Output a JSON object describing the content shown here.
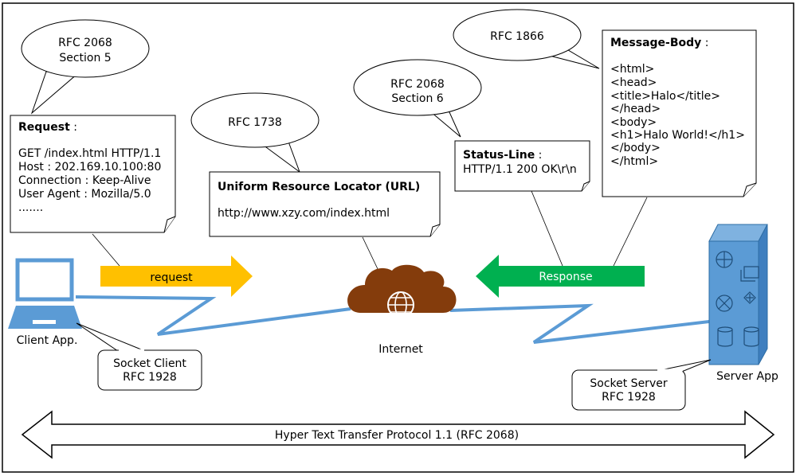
{
  "callouts": {
    "rfc2068_s5": [
      "RFC 2068",
      "Section 5"
    ],
    "rfc1738": "RFC 1738",
    "rfc2068_s6": [
      "RFC 2068",
      "Section 6"
    ],
    "rfc1866": "RFC 1866"
  },
  "request_note": {
    "title": "Request",
    "colon": " :",
    "lines": [
      "GET /index.html HTTP/1.1",
      "Host : 202.169.10.100:80",
      "Connection : Keep-Alive",
      "User Agent : Mozilla/5.0",
      "......."
    ]
  },
  "url_note": {
    "title": "Uniform Resource Locator (URL)",
    "value": "http://www.xzy.com/index.html"
  },
  "status_note": {
    "title": "Status-Line",
    "colon": " :",
    "value": "HTTP/1.1 200 OK\\r\\n"
  },
  "body_note": {
    "title": "Message-Body",
    "colon": " :",
    "lines": [
      "<html>",
      "<head>",
      "<title>Halo</title>",
      "</head>",
      "<body>",
      "<h1>Halo World!</h1>",
      "</body>",
      "</html>"
    ]
  },
  "arrows": {
    "request": "request",
    "response": "Response"
  },
  "nodes": {
    "client": "Client App.",
    "internet": "Internet",
    "server": "Server App"
  },
  "sockets": {
    "client": [
      "Socket Client",
      "RFC 1928"
    ],
    "server": [
      "Socket Server",
      "RFC 1928"
    ]
  },
  "protocol": "Hyper Text Transfer Protocol 1.1 (RFC 2068)",
  "colors": {
    "request_arrow": "#FFC000",
    "response_arrow": "#00B050",
    "cloud": "#843C0C",
    "link": "#5B9BD5",
    "client_device": "#5B9BD5",
    "server_front": "#5B9BD5",
    "server_top": "#7FB2E0",
    "server_side": "#3F7FBF"
  }
}
